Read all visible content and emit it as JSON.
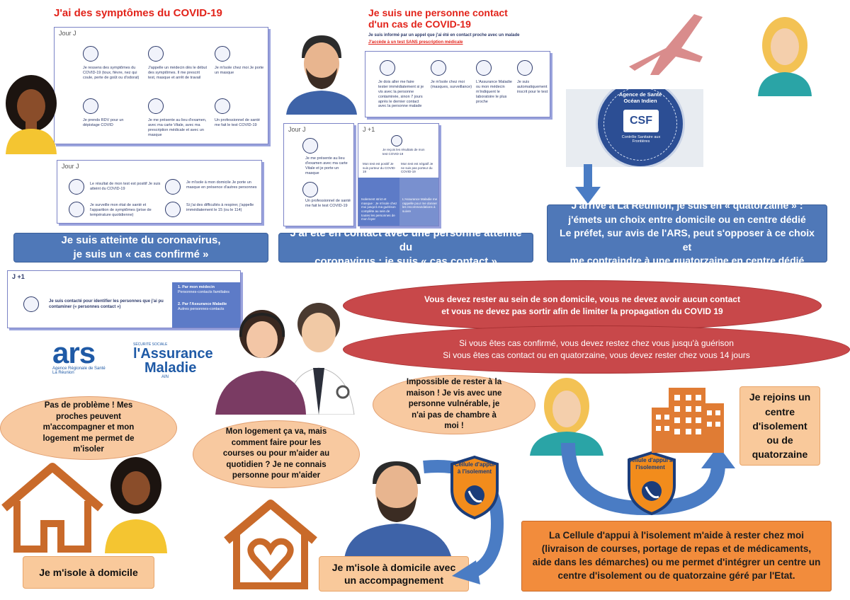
{
  "colors": {
    "blue": "#4f78b8",
    "orange": "#f9c99b",
    "red": "#c8484a",
    "title_red": "#e2231a",
    "dark_orange": "#f28c3c",
    "arrow": "#4a7cc4"
  },
  "left_panel": {
    "title": "J'ai des symptômes du COVID-19",
    "card1_header": "Jour J",
    "card1_items": [
      "Je ressens des symptômes du COVID-19 (toux, fièvre, nez qui coule, perte de goût ou d'odorat)",
      "J'appelle un médecin dès le début des symptômes. Il me prescrit test, masque et arrêt de travail",
      "Je m'isole chez moi Je porte un masque",
      "Je prends RDV pour un dépistage COVID",
      "Je me présente au lieu d'examen, avec ma carte Vitale, avec ma prescription médicale et avec un masque",
      "Un professionnel de santé me fait le test COVID-19"
    ],
    "card2_header": "Jour J",
    "card2_items": [
      "Le résultat de mon test est positif Je suis atteint du COVID-19",
      "Je m'isole à mon domicile Je porte un masque en présence d'autres personnes",
      "Je surveille mon état de santé et l'apparition de symptômes (prise de température quotidienne)",
      "Si j'ai des difficultés à respirer, j'appelle immédiatement le 15 (ou le 114)"
    ],
    "caption_line1": "Je suis atteinte du coronavirus,",
    "caption_line2": "je suis un « cas confirmé »"
  },
  "middle_panel": {
    "title_line1": "Je suis une personne contact",
    "title_line2": "d'un cas de COVID-19",
    "sub1": "Je suis informé par un appel que j'ai été en contact proche avec un malade",
    "sub2": "J'accède à un test SANS prescription médicale",
    "card1_items": [
      "Je dois aller me faire tester immédiatement si je vis avec la personne contaminée, sinon 7 jours après le dernier contact avec la personne malade",
      "Je m'isole chez moi (masques, surveillance)",
      "L'Assurance Maladie ou mon médecin m'indiquent le laboratoire le plus proche",
      "Je suis automatiquement inscrit pour le test"
    ],
    "card2_header": "Jour J",
    "card2_items": [
      "Je me présente au lieu d'examen avec ma carte Vitale et je porte un masque",
      "Un professionnel de santé me fait le test COVID-19"
    ],
    "card3_header": "J +1",
    "card3_items": [
      "Je reçois les résultats de mon test COVID-19",
      "Mon test est positif Je suis porteur du COVID-19",
      "Mon test est négatif Je ne suis pas porteur du COVID-19",
      "Isolement strict et masque : Je m'isole chez moi jusqu'à ma guérison complète au sein de toutes les personnes de mon foyer",
      "L'Assurance Maladie me rappelle pour me donner les recommandations à suivre"
    ],
    "caption_line1": "J'ai été en contact avec une personne atteinte du",
    "caption_line2": "coronavirus   : je suis « cas contact »"
  },
  "right_panel": {
    "badge_ring": "Agence de Santé Océan Indien",
    "badge_center": "CSF",
    "badge_sub": "Contrôle Sanitaire aux Frontières",
    "caption_line1": "J'arrive à La Réunion, je suis en « quatorzaine »  :",
    "caption_line2": "j'émets un choix entre domicile ou en centre dédié",
    "caption_line3": "Le préfet, sur avis de l'ARS, peut s'opposer à ce choix et",
    "caption_line4": "me contraindre à une quatorzaine en centre dédié"
  },
  "contact_card": {
    "header": "J +1",
    "text": "Je suis contacté pour identifier les personnes que j'ai pu contaminer (« personnes contact »)",
    "item1_title": "1. Par mon médecin",
    "item1_sub": "Personnes-contacts familiales",
    "item2_title": "2. Par l'Assurance Maladie",
    "item2_sub": "Autres personnes-contacts"
  },
  "logos": {
    "ars_big": "ars",
    "ars_line1": "Agence Régionale de Santé",
    "ars_line2": "La Réunion",
    "am_top": "SÉCURITÉ SOCIALE",
    "am_line1": "l'Assurance",
    "am_line2": "Maladie",
    "am_sub": "AIN"
  },
  "red_bubbles": {
    "b1_line1": "Vous devez rester au sein de son domicile, vous ne devez avoir aucun contact",
    "b1_line2": "et  vous ne devez pas sortir afin de limiter la propagation du COVID 19",
    "b2_line1": "Si vous êtes cas confirmé, vous devez restez chez vous jusqu'à guérison",
    "b2_line2": "Si vous êtes cas contact ou en quatorzaine, vous devez  rester chez vous 14 jours"
  },
  "speech": {
    "s1": "Pas de problème ! Mes proches peuvent m'accompagner et mon logement me permet de m'isoler",
    "s2": "Mon logement ça va, mais comment faire pour les courses ou pour m'aider au quotidien ? Je ne connais personne pour m'aider",
    "s3": "Impossible de rester à  la maison ! Je vis avec une personne vulnérable, je n'ai pas de chambre à moi !"
  },
  "outcomes": {
    "home": "Je m'isole à domicile",
    "home_support": "Je m'isole à domicile avec un accompagnement",
    "centre": "Je rejoins un centre d'isolement ou de quatorzaine",
    "cellule_badge": "Cellule d'appui à l'isolement",
    "cellule_text": "La Cellule  d'appui à l'isolement  m'aide à rester chez moi (livraison de courses, portage de repas et de médicaments, aide dans les démarches) ou me permet d'intégrer un centre un centre d'isolement ou de quatorzaine géré par l'Etat."
  }
}
